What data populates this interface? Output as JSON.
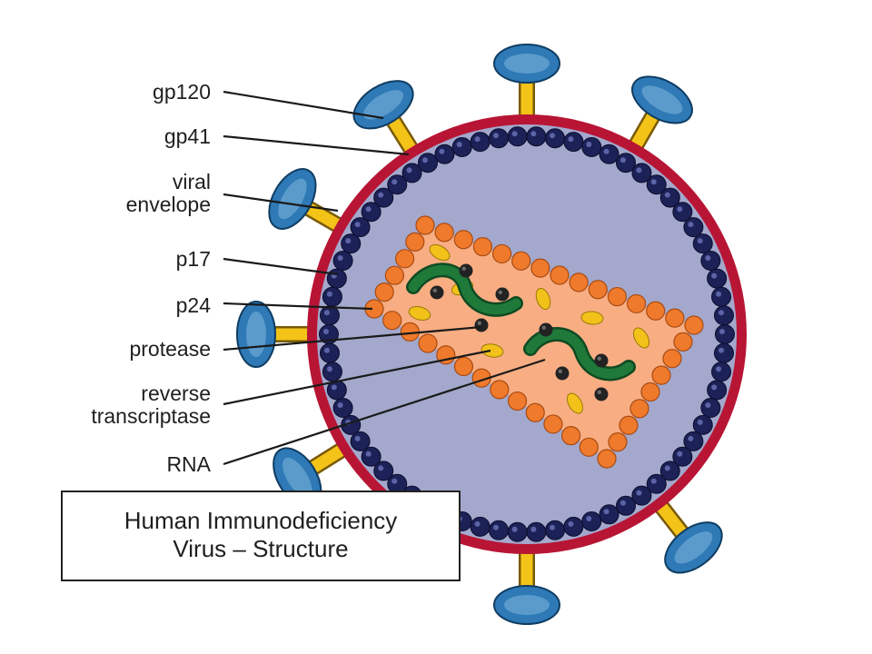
{
  "labels": {
    "gp120": "gp120",
    "gp41": "gp41",
    "viral_envelope": [
      "viral",
      "envelope"
    ],
    "p17": "p17",
    "p24": "p24",
    "protease": "protease",
    "reverse_transcriptase": [
      "reverse",
      "transcriptase"
    ],
    "rna": "RNA"
  },
  "caption": {
    "line1": "Human Immunodeficiency",
    "line2": "Virus – Structure"
  },
  "colors": {
    "envelope_ring": "#b81535",
    "matrix_beads": "#1c2157",
    "interior": "#a3a8cc",
    "capsid_fill": "#f8ad82",
    "capsid_beads": "#ef7a2c",
    "spike_stalk": "#f3c318",
    "spike_cap": "#2e79b6",
    "rna_strand": "#1f7a3a",
    "enzyme_dots": "#222222",
    "rt_ovals": "#f2c21a"
  }
}
